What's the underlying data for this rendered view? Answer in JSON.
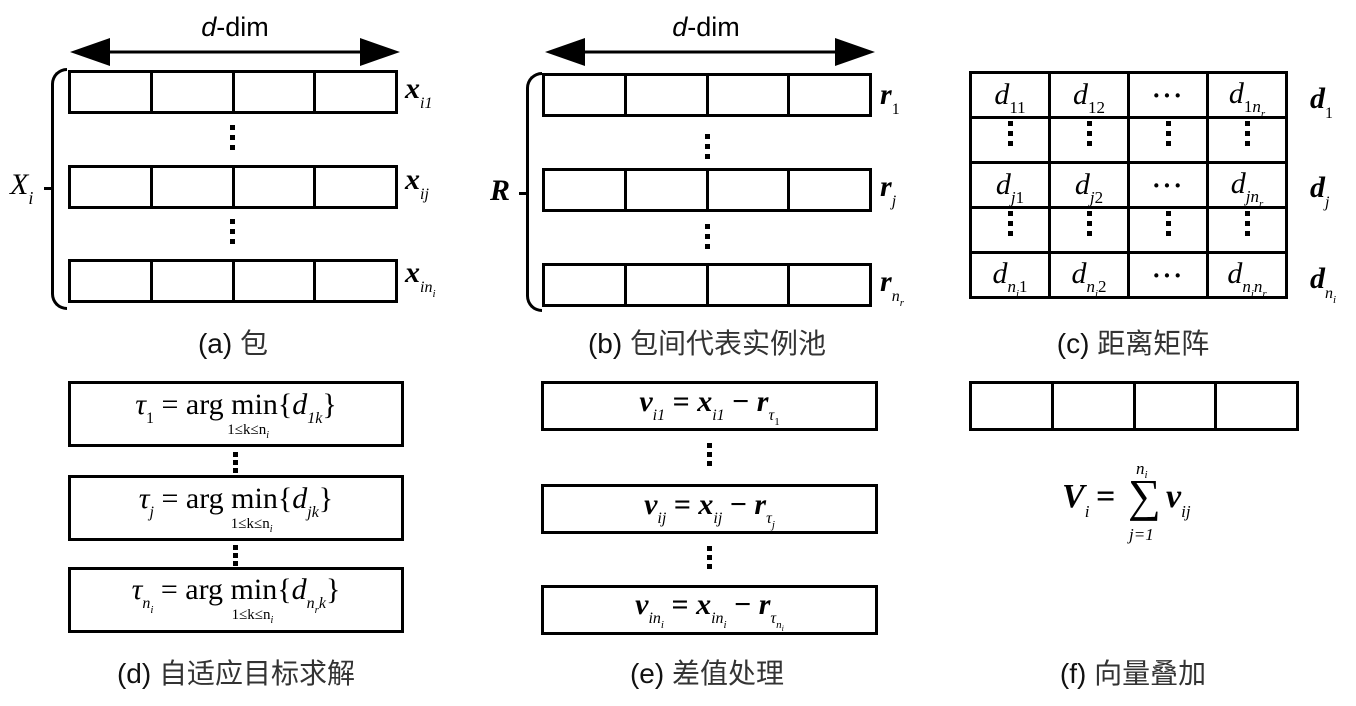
{
  "panels": {
    "a": {
      "caption_letter": "(a)",
      "caption_text": "包",
      "dim_label_var": "d",
      "dim_label_rest": "-dim",
      "group_label": "X",
      "group_label_sub": "i",
      "cells_per_row": 4,
      "rows": [
        {
          "label": "x",
          "sub": "i1"
        },
        {
          "label": "x",
          "sub": "ij"
        },
        {
          "label": "x",
          "sub": "in",
          "subsub": "i"
        }
      ]
    },
    "b": {
      "caption_letter": "(b)",
      "caption_text": "包间代表实例池",
      "dim_label_var": "d",
      "dim_label_rest": "-dim",
      "group_label": "R",
      "cells_per_row": 4,
      "rows": [
        {
          "label": "r",
          "sub": "1"
        },
        {
          "label": "r",
          "sub": "j"
        },
        {
          "label": "r",
          "sub": "n",
          "subsub": "r"
        }
      ]
    },
    "c": {
      "caption_letter": "(c)",
      "caption_text": "距离矩阵",
      "matrix": [
        [
          "d_11",
          "d_12",
          "…",
          "d_1n_r"
        ],
        [
          "⋮",
          "⋮",
          "⋮",
          "⋮"
        ],
        [
          "d_j1",
          "d_j2",
          "…",
          "d_jn_r"
        ],
        [
          "⋮",
          "⋮",
          "⋮",
          "⋮"
        ],
        [
          "d_n_i1",
          "d_n_i2",
          "…",
          "d_n_in_r"
        ]
      ],
      "row_labels": [
        "d_1",
        "d_j",
        "d_n_i"
      ],
      "cells": {
        "r0": {
          "c0": {
            "v": "d",
            "s": "11"
          },
          "c1": {
            "v": "d",
            "s": "12"
          },
          "c2": "···",
          "c3": {
            "v": "d",
            "s": "1",
            "s_it": "n",
            "ss": "r"
          }
        },
        "r2": {
          "c0": {
            "v": "d",
            "s_it": "j",
            "s": "1"
          },
          "c1": {
            "v": "d",
            "s_it": "j",
            "s": "2"
          },
          "c2": "···",
          "c3": {
            "v": "d",
            "s_it": "jn",
            "ss": "r"
          }
        },
        "r4": {
          "c0": {
            "v": "d",
            "s_it": "n",
            "ss": "i",
            "s": "1"
          },
          "c1": {
            "v": "d",
            "s_it": "n",
            "ss": "i",
            "s": "2"
          },
          "c2": "···",
          "c3": {
            "v": "d",
            "s_it": "n",
            "ss": "i",
            "s_it2": "n",
            "ss2": "r"
          }
        }
      },
      "labels": [
        {
          "v": "d",
          "sub": "1"
        },
        {
          "v": "d",
          "sub": "j"
        },
        {
          "v": "d",
          "sub": "n",
          "subsub": "i"
        }
      ]
    },
    "d": {
      "caption_letter": "(d)",
      "caption_text": "自适应目标求解",
      "formulas": [
        {
          "lhs": "τ",
          "lhs_sub": "1",
          "eq": "=",
          "op": "arg min",
          "arg_open": "{",
          "arg_var": "d",
          "arg_sub": "1k",
          "arg_close": "}",
          "under": "1≤k≤n",
          "under_sub": "i"
        },
        {
          "lhs": "τ",
          "lhs_sub": "j",
          "eq": "=",
          "op": "arg min",
          "arg_open": "{",
          "arg_var": "d",
          "arg_sub": "jk",
          "arg_close": "}",
          "under": "1≤k≤n",
          "under_sub": "i"
        },
        {
          "lhs": "τ",
          "lhs_sub": "n",
          "lhs_subsub": "i",
          "eq": "=",
          "op": "arg min",
          "arg_open": "{",
          "arg_var": "d",
          "arg_sub": "n",
          "arg_subsub": "r",
          "arg_sub_tail": "k",
          "arg_close": "}",
          "under": "1≤k≤n",
          "under_sub": "i"
        }
      ]
    },
    "e": {
      "caption_letter": "(e)",
      "caption_text": "差值处理",
      "formulas": [
        {
          "v": "v",
          "v_sub": "i1",
          "eq": "=",
          "x": "x",
          "x_sub": "i1",
          "minus": "−",
          "r": "r",
          "r_sub": "τ",
          "r_subsub": "1"
        },
        {
          "v": "v",
          "v_sub": "ij",
          "eq": "=",
          "x": "x",
          "x_sub": "ij",
          "minus": "−",
          "r": "r",
          "r_sub": "τ",
          "r_subsub": "j"
        },
        {
          "v": "v",
          "v_sub": "in",
          "v_subsub": "i",
          "eq": "=",
          "x": "x",
          "x_sub": "in",
          "x_subsub": "i",
          "minus": "−",
          "r": "r",
          "r_sub": "τ",
          "r_subsub": "n",
          "r_subsubsub": "i"
        }
      ]
    },
    "f": {
      "caption_letter": "(f)",
      "caption_text": "向量叠加",
      "cells_per_row": 4,
      "formula": {
        "lhs": "V",
        "lhs_sub": "i",
        "eq": "=",
        "sum": "∑",
        "upper": "n",
        "upper_sub": "i",
        "lower": "j=1",
        "term": "v",
        "term_sub": "ij"
      }
    }
  }
}
